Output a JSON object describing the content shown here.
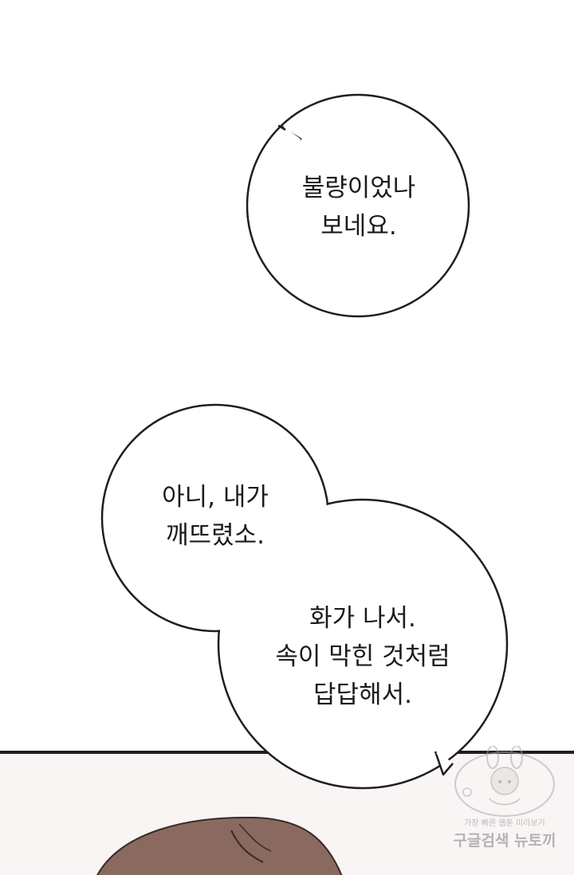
{
  "bubbles": {
    "first": {
      "lines": [
        "불량이었나",
        "보네요."
      ]
    },
    "second": {
      "lines": [
        "아니, 내가",
        "깨뜨렸소."
      ]
    },
    "third": {
      "lines": [
        "화가 나서.",
        "속이 막힌 것처럼",
        "답답해서."
      ]
    }
  },
  "watermark": {
    "tagline": "가장 빠른 웹툰 미리보기",
    "name": "구글검색 뉴토끼",
    "icon": "rabbit-girl-mascot-icon"
  },
  "colors": {
    "background": "#ffffff",
    "outline": "#1e1e1e",
    "lower_panel": "#f8f5f4",
    "hair": "#8a6a60"
  }
}
